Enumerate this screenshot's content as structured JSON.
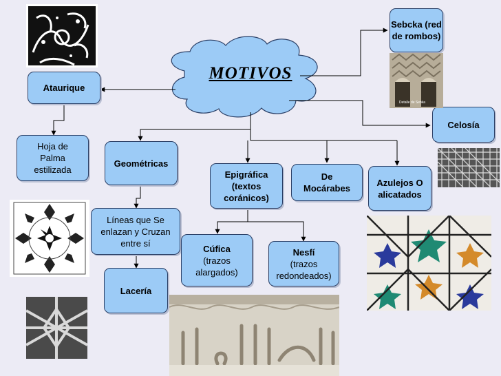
{
  "diagram": {
    "central": "MOTIVOS",
    "nodes": {
      "ataurique": "Ataurique",
      "hoja": "Hoja de Palma estilizada",
      "geometricas": "Geométricas",
      "lineas": "Líneas que Se enlazan y Cruzan entre sí",
      "laceria": "Lacería",
      "epigrafica": "Epigráfica (textos coránicos)",
      "cufica_title": "Cúfica",
      "cufica_sub": "(trazos alargados)",
      "nesfi_title": "Nesfí",
      "nesfi_sub": "(trazos redondeados)",
      "mocarabes": "De Mocárabes",
      "azulejos": "Azulejos O alicatados",
      "sebcka": "Sebcka (red de rombos)",
      "celosia": "Celosía"
    },
    "image_caption": "Detalle de Sebka"
  },
  "colors": {
    "node_fill": "#9ccbf6",
    "node_border": "#2a3f66",
    "background": "#ecebf5",
    "cloud_fill": "#9ccbf6"
  }
}
